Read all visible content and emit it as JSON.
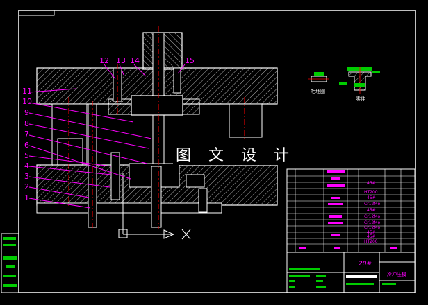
{
  "watermark": "图 文 设 计",
  "part_labels": [
    "1",
    "2",
    "3",
    "4",
    "5",
    "6",
    "7",
    "8",
    "9",
    "10",
    "11",
    "12",
    "13",
    "14",
    "15"
  ],
  "detail_views": {
    "left_caption": "毛坯图",
    "right_caption": "零件"
  },
  "bom": {
    "materials": [
      "45#",
      "HT200",
      "45#",
      "Cr12Mo",
      "45#",
      "Cr12Mo",
      "Cr12Mo",
      "Cr12Mo",
      "45#",
      "45#",
      "HT200"
    ]
  },
  "title_block": {
    "material": "20#",
    "name": "冷冲压模"
  },
  "colors": {
    "background": "#000000",
    "frame": "#ffffff",
    "label": "#ff00ff",
    "centerline": "#ff0000",
    "table_text": "#ff00ff",
    "hatch": "#ffffff",
    "green": "#00cc00"
  }
}
